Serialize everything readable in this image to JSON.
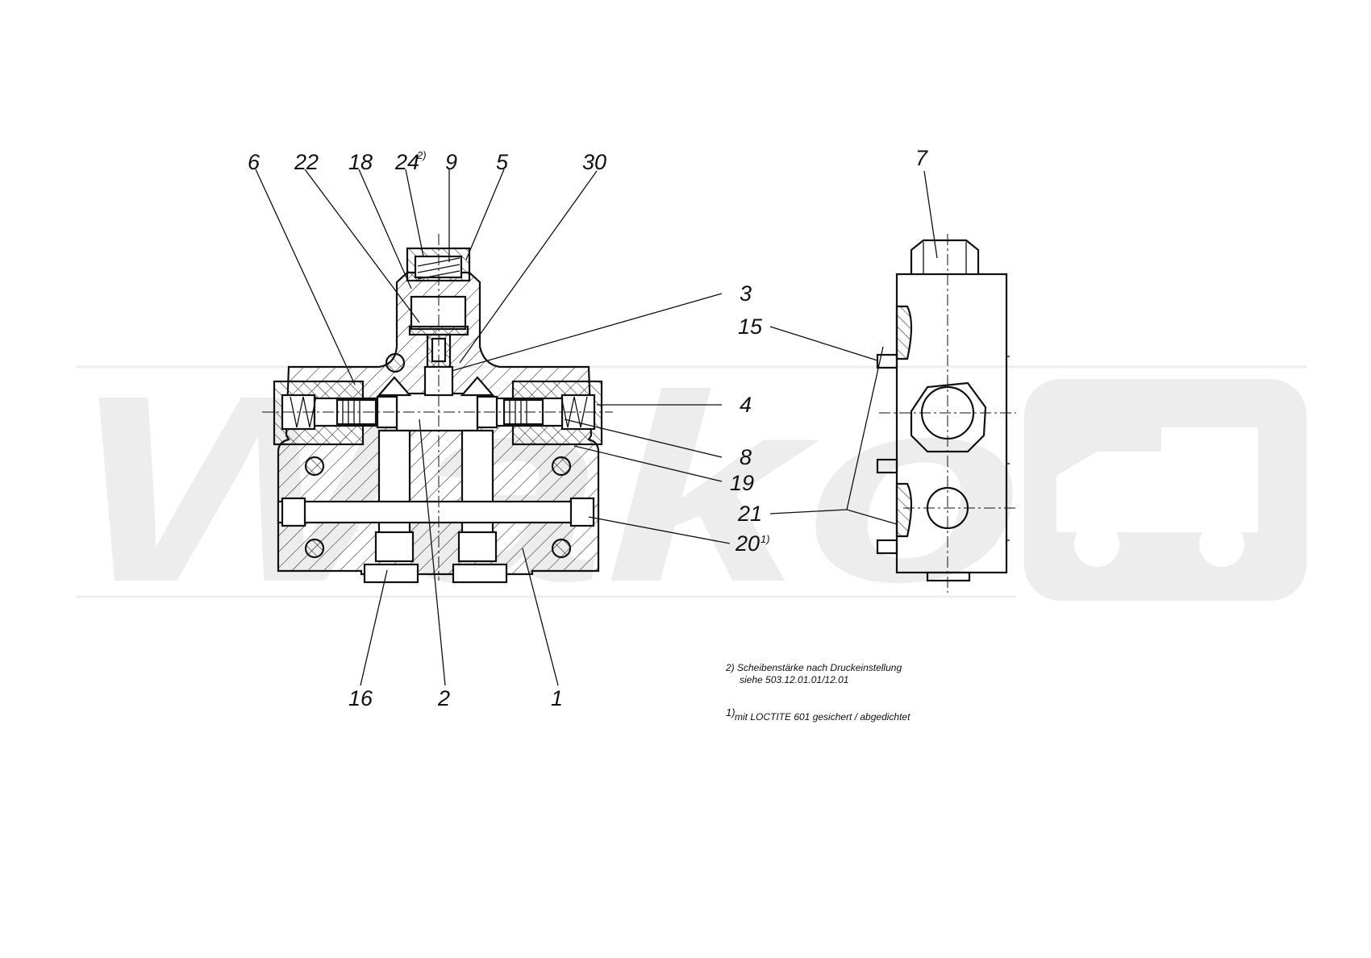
{
  "watermark": {
    "text": "Wako"
  },
  "section_view": {
    "labels": [
      {
        "id": "6",
        "text": "6"
      },
      {
        "id": "22",
        "text": "22"
      },
      {
        "id": "18",
        "text": "18"
      },
      {
        "id": "24",
        "text": "24",
        "superscript": "2)"
      },
      {
        "id": "9",
        "text": "9"
      },
      {
        "id": "5",
        "text": "5"
      },
      {
        "id": "30",
        "text": "30"
      },
      {
        "id": "3",
        "text": "3"
      },
      {
        "id": "4",
        "text": "4"
      },
      {
        "id": "8",
        "text": "8"
      },
      {
        "id": "19",
        "text": "19"
      },
      {
        "id": "20",
        "text": "20",
        "superscript": "1)"
      },
      {
        "id": "16",
        "text": "16"
      },
      {
        "id": "2",
        "text": "2"
      },
      {
        "id": "1",
        "text": "1"
      }
    ]
  },
  "side_view": {
    "labels": [
      {
        "id": "7",
        "text": "7"
      },
      {
        "id": "15",
        "text": "15"
      },
      {
        "id": "21",
        "text": "21"
      }
    ]
  },
  "notes": {
    "note2_line1": "2) Scheibenstärke nach Druckeinstellung",
    "note2_line2": "siehe  503.12.01.01/12.01",
    "note1_sup": "1)",
    "note1_text": " mit LOCTITE  601 gesichert / abgedichtet"
  }
}
